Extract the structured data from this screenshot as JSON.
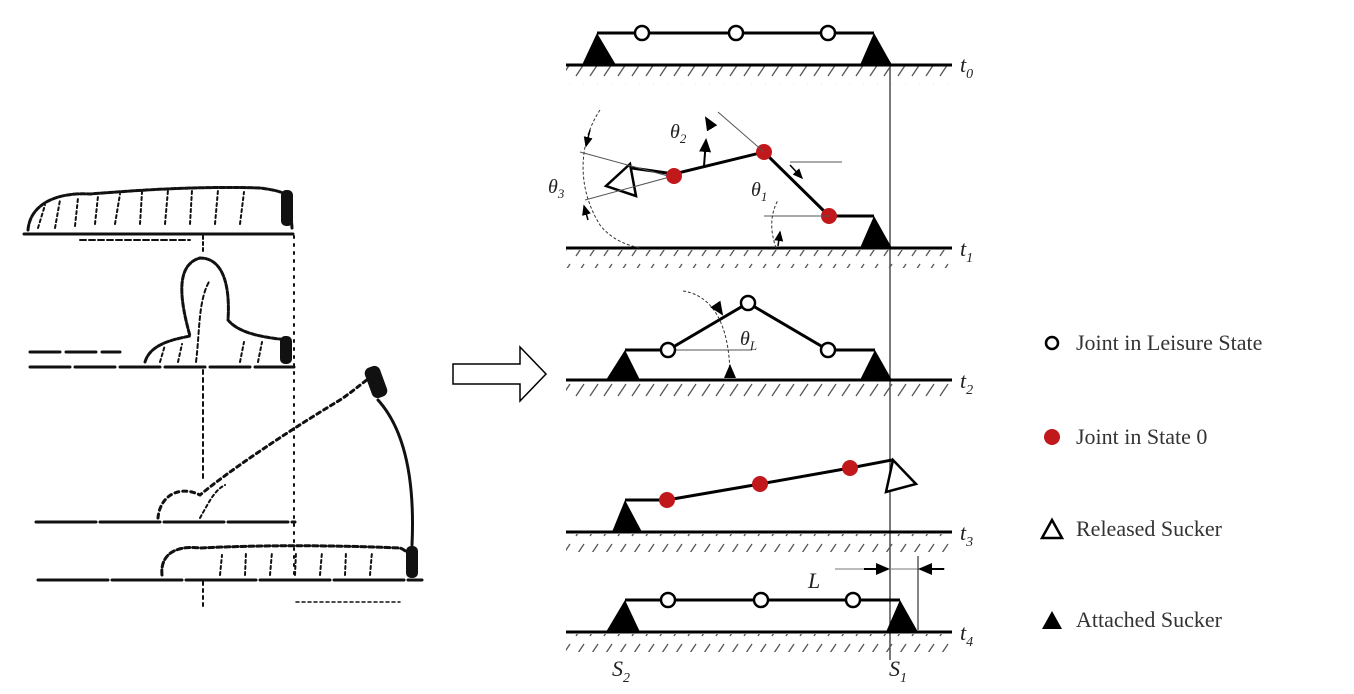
{
  "figure": {
    "left_panel": {
      "description": "Inchworm (caterpillar) locomotion sketch, four stages"
    },
    "arrow": {
      "icon": "hollow-right-arrow"
    },
    "right_panel": {
      "time_labels": [
        "t0",
        "t1",
        "t2",
        "t3",
        "t4"
      ],
      "time_label_main": [
        "t",
        "t",
        "t",
        "t",
        "t"
      ],
      "time_label_sub": [
        "0",
        "1",
        "2",
        "3",
        "4"
      ],
      "angle_labels": {
        "theta1": {
          "main": "θ",
          "sub": "1"
        },
        "theta2": {
          "main": "θ",
          "sub": "2"
        },
        "theta3": {
          "main": "θ",
          "sub": "3"
        },
        "thetaL": {
          "main": "θ",
          "sub": "L"
        }
      },
      "distance_label": "L",
      "sucker_labels": {
        "s2": {
          "main": "S",
          "sub": "2"
        },
        "s1": {
          "main": "S",
          "sub": "1"
        }
      }
    },
    "legend": {
      "items": [
        {
          "icon": "hollow-circle",
          "label": "Joint in Leisure State"
        },
        {
          "icon": "red-filled-circle",
          "label": "Joint in State 0"
        },
        {
          "icon": "hollow-triangle",
          "label": "Released Sucker"
        },
        {
          "icon": "filled-triangle",
          "label": "Attached Sucker"
        }
      ]
    },
    "colors": {
      "joint_state0": "#c0181b",
      "line": "#000000",
      "thin_line": "#444444"
    }
  }
}
